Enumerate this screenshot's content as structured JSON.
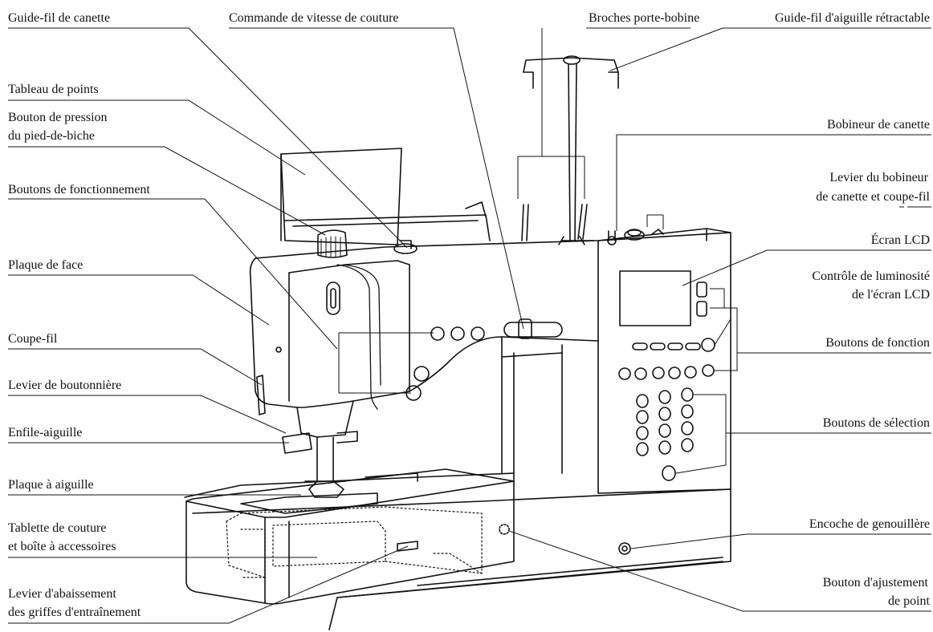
{
  "labels": {
    "guide_fil_canette": "Guide-fil de canette",
    "commande_vitesse": "Commande de vitesse de couture",
    "broches_porte_bobine": "Broches porte-bobine",
    "guide_fil_aiguille": "Guide-fil d'aiguille rétractable",
    "tableau_points": "Tableau de points",
    "bouton_pression_1": "Bouton de pression",
    "bouton_pression_2": "du pied-de-biche",
    "bobineur_canette": "Bobineur de canette",
    "levier_bobineur_1": "Levier du bobineur",
    "levier_bobineur_2": "de canette et coupe-fil",
    "boutons_fonctionnement": "Boutons de fonctionnement",
    "ecran_lcd": "Écran LCD",
    "plaque_face": "Plaque de face",
    "controle_luminosite_1": "Contrôle de luminosité",
    "controle_luminosite_2": "de l'écran LCD",
    "boutons_fonction": "Boutons de fonction",
    "coupe_fil": "Coupe-fil",
    "levier_boutonniere": "Levier de boutonnière",
    "boutons_selection": "Boutons de sélection",
    "enfile_aiguille": "Enfile-aiguille",
    "plaque_aiguille": "Plaque à aiguille",
    "tablette_1": "Tablette de couture",
    "tablette_2": "et boîte à accessoires",
    "encoche_genouillere": "Encoche de genouillère",
    "bouton_ajustement_1": "Bouton d'ajustement",
    "bouton_ajustement_2": "de point",
    "levier_griffes_1": "Levier d'abaissement",
    "levier_griffes_2": "des griffes d'entraînement"
  }
}
